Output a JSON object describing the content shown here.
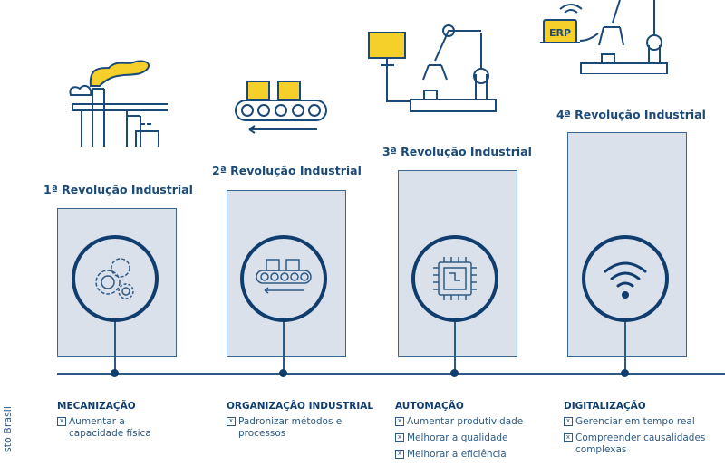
{
  "side_text": "sto Brasil",
  "stages": [
    {
      "title": "1ª Revolução Industrial",
      "heading": "MECANIZAÇÃO",
      "items": [
        "Aumentar a capacidade física"
      ],
      "icon": "gears-icon",
      "illustration": "factory-illustration"
    },
    {
      "title": "2ª Revolução Industrial",
      "heading": "ORGANIZAÇÃO INDUSTRIAL",
      "items": [
        "Padronizar métodos e processos"
      ],
      "icon": "conveyor-icon",
      "illustration": "conveyor-belt-illustration"
    },
    {
      "title": "3ª Revolução Industrial",
      "heading": "AUTOMAÇÃO",
      "items": [
        "Aumentar produtividade",
        "Melhorar a qualidade",
        "Melhorar a eficiência"
      ],
      "icon": "chip-icon",
      "illustration": "robot-arm-computer-illustration"
    },
    {
      "title": "4ª Revolução Industrial",
      "heading": "DIGITALIZAÇÃO",
      "items": [
        "Gerenciar em tempo real",
        "Compreender causalidades complexas"
      ],
      "icon": "wifi-icon",
      "illustration": "robot-arm-erp-illustration"
    }
  ],
  "erp_label": "ERP",
  "colors": {
    "navy": "#0f3d6e",
    "box": "#dbe1eb",
    "yellow": "#f5cf2a"
  }
}
